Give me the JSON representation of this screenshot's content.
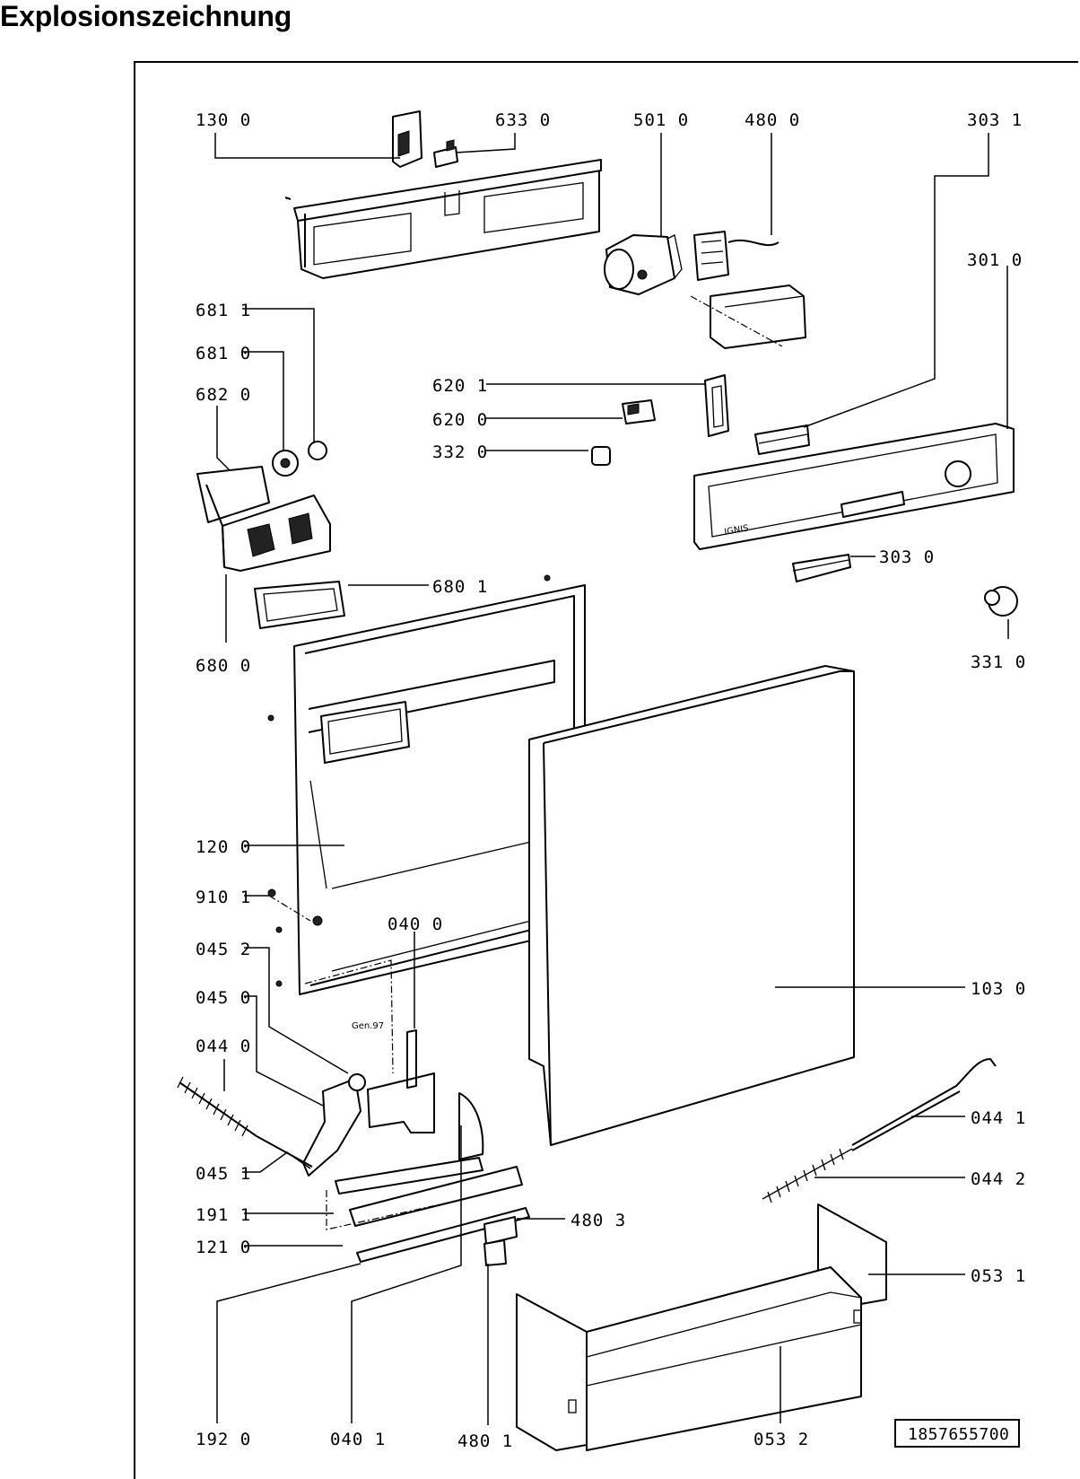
{
  "title": "Explosionszeichnung",
  "document_number": "1857655700",
  "brand_on_panel": "IGNIS",
  "date_mark": "Gen.97",
  "callouts": [
    "130 0",
    "633 0",
    "501 0",
    "480 0",
    "303 1",
    "301 0",
    "681 1",
    "681 0",
    "682 0",
    "620 1",
    "620 0",
    "332 0",
    "303 0",
    "331 0",
    "680 1",
    "680 0",
    "120 0",
    "910 1",
    "045 2",
    "040 0",
    "045 0",
    "044 0",
    "103 0",
    "044 1",
    "044 2",
    "045 1",
    "191 1",
    "480 3",
    "121 0",
    "053 1",
    "192 0",
    "040 1",
    "480 1",
    "053 2"
  ]
}
